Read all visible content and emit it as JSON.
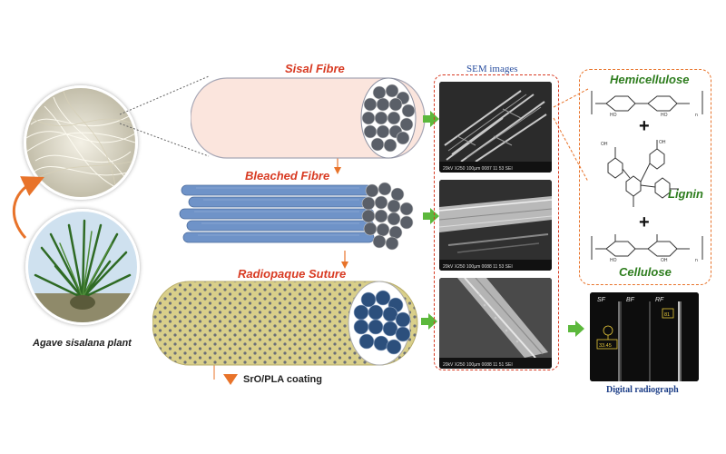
{
  "labels": {
    "sisal_fibre": "Sisal Fibre",
    "bleached_fibre": "Bleached Fibre",
    "radiopaque_suture": "Radiopaque Suture",
    "sem_images": "SEM images",
    "plant_caption": "Agave sisalana plant",
    "coating": "SrO/PLA coating",
    "hemicellulose": "Hemicellulose",
    "lignin": "Lignin",
    "cellulose": "Cellulose",
    "digital_radiograph": "Digital radiograph",
    "plus": "+"
  },
  "sem_footers": [
    "20kV   X250   100µm   0087   11 53 SEI",
    "20kV   X250   100µm   0088   11 53 SEI",
    "20kV   X250   100µm   0088   11 51 SEI"
  ],
  "radiograph": {
    "col_labels": [
      "SF",
      "BF",
      "RF"
    ],
    "values": [
      "33.45",
      "81"
    ]
  },
  "colors": {
    "accent_orange": "#e8732a",
    "arrow_green": "#5cb83c",
    "title_red": "#d83a22",
    "title_green": "#2e7d1e",
    "fibre_pink": "#fbe5dd",
    "fibre_blue": "#6f93c8",
    "suture_tan": "#d9cf8a",
    "core_dark": "#5a5f68",
    "core_navy": "#2c4f7c"
  }
}
